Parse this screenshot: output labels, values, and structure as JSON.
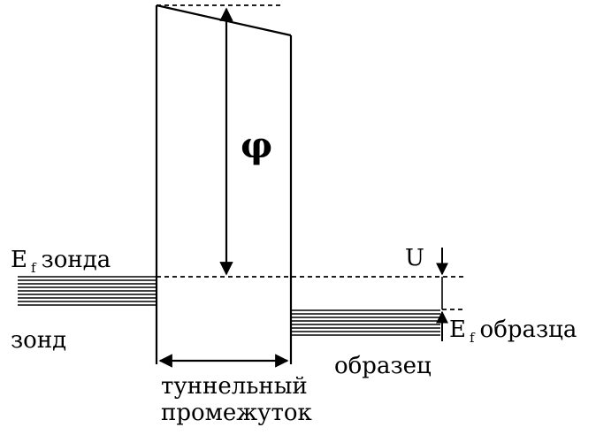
{
  "labels": {
    "probe_fermi_E": "E",
    "probe_fermi_sub": "f",
    "probe_fermi_tail": "зонда",
    "probe": "зонд",
    "phi": "φ",
    "bias": "U",
    "sample_fermi_E": "E",
    "sample_fermi_sub": "f",
    "sample_fermi_tail": "образца",
    "sample": "образец",
    "gap_line1": "туннельный",
    "gap_line2": "промежуток"
  },
  "colors": {
    "ink": "#000000",
    "paper": "#ffffff"
  }
}
